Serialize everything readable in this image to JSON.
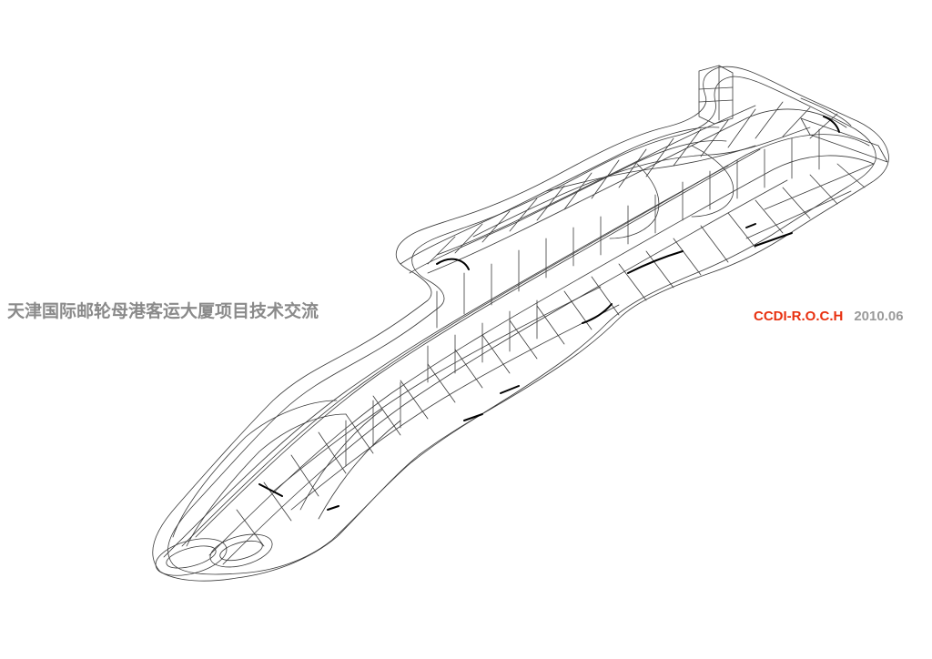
{
  "slide": {
    "title": "天津国际邮轮母港客运大厦项目技术交流",
    "organization": "CCDI-R.O.C.H",
    "date": "2010.06"
  },
  "colors": {
    "organization_text": "#e8300f",
    "title_text": "#8a8a8a",
    "date_text": "#9a9a9a",
    "wireframe_lines": "#333333"
  },
  "figure": {
    "icon": "building-wireframe-icon"
  }
}
